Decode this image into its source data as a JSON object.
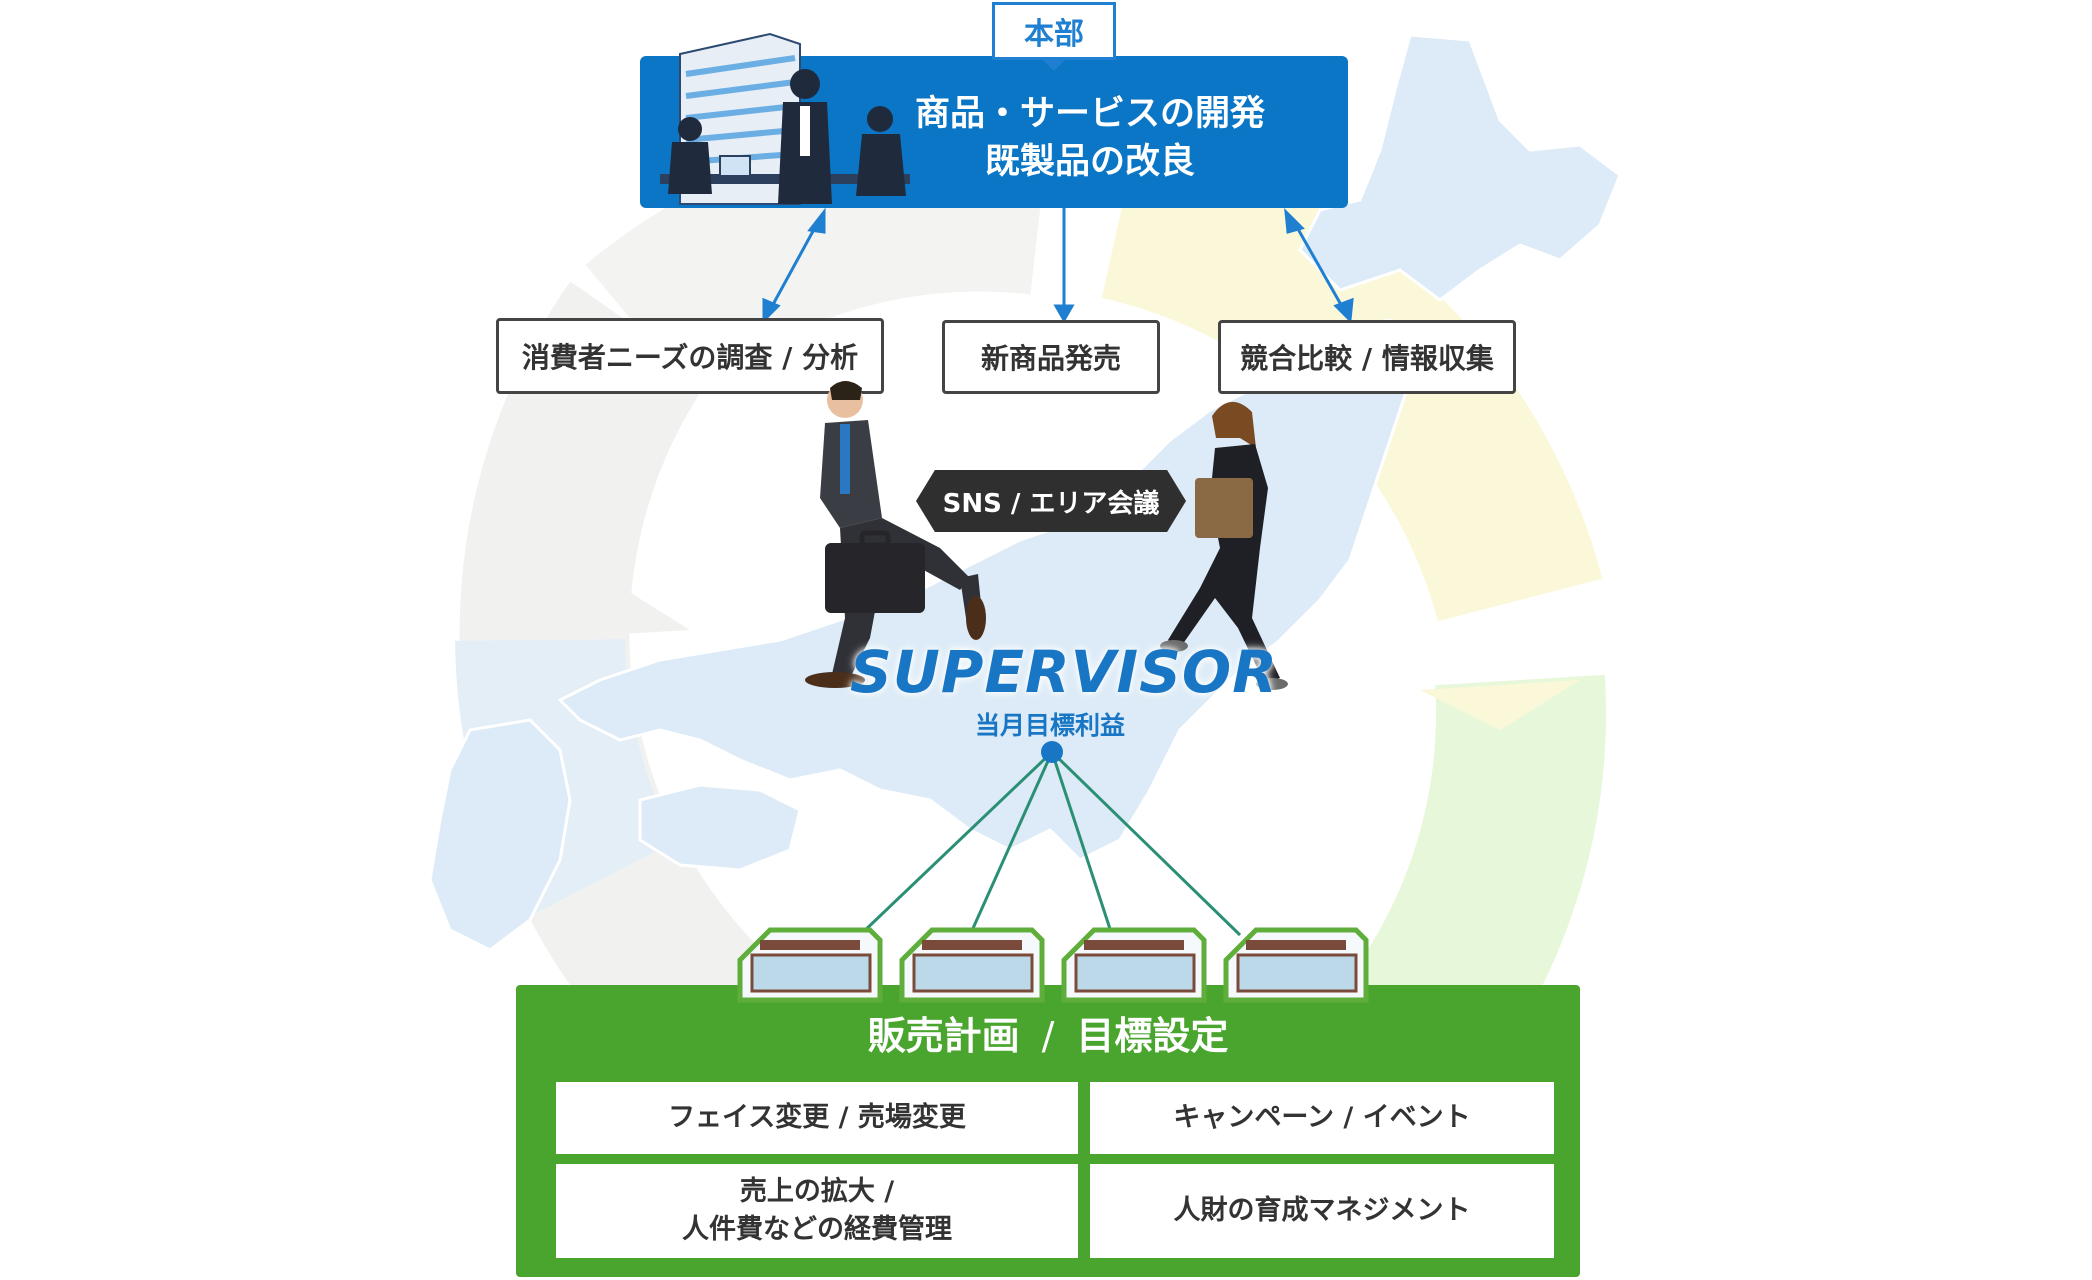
{
  "colors": {
    "hq_blue": "#0b76c6",
    "supervisor_blue": "#1876c4",
    "store_green": "#4aa52e",
    "map_fill": "#dcebf7",
    "label_border": "#444444"
  },
  "hq": {
    "tag": "本部",
    "line1": "商品・サービスの開発",
    "line2": "既製品の改良"
  },
  "top_labels": [
    {
      "text": "消費者ニーズの調査 / 分析"
    },
    {
      "text": "新商品発売"
    },
    {
      "text": "競合比較 / 情報収集"
    }
  ],
  "sns_label": "SNS / エリア会議",
  "supervisor": {
    "title": "SUPERVISOR",
    "subtitle": "当月目標利益"
  },
  "sales": {
    "title_left": "販売計画",
    "title_sep": "/",
    "title_right": "目標設定",
    "cells": [
      {
        "text": "フェイス変更 / 売場変更"
      },
      {
        "text": "キャンペーン / イベント"
      },
      {
        "line1": "売上の拡大 /",
        "line2": "人件費などの経費管理"
      },
      {
        "text": "人財の育成マネジメント"
      }
    ]
  },
  "icons": [
    "office-building-icon",
    "business-meeting-icon",
    "walking-businessman-icon",
    "walking-businesswoman-icon",
    "convenience-store-icon",
    "japan-map-icon"
  ]
}
